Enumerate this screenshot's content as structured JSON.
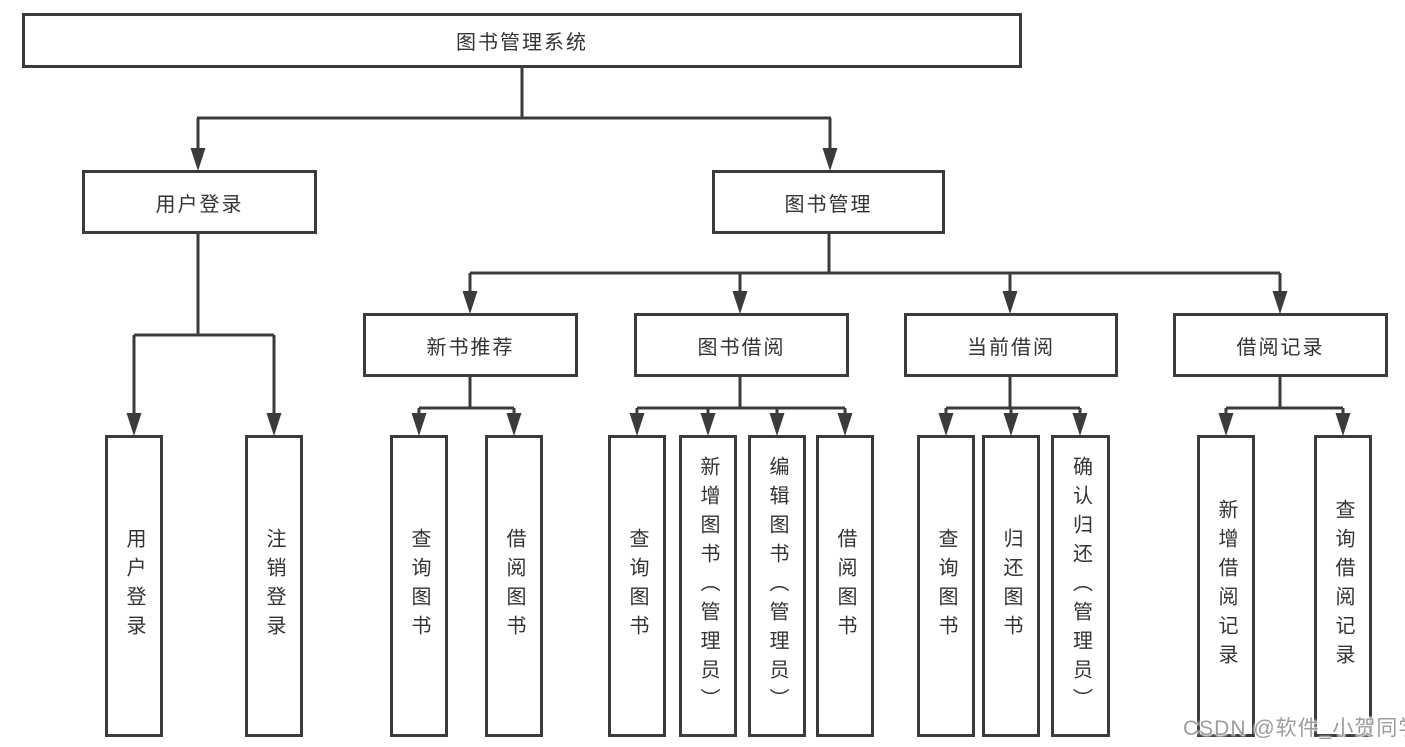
{
  "diagram": {
    "root": {
      "label": "图书管理系统"
    },
    "level1": [
      {
        "label": "用户登录"
      },
      {
        "label": "图书管理"
      }
    ],
    "level2": [
      {
        "label": "新书推荐"
      },
      {
        "label": "图书借阅"
      },
      {
        "label": "当前借阅"
      },
      {
        "label": "借阅记录"
      }
    ],
    "leaves": [
      {
        "label": "用户登录"
      },
      {
        "label": "注销登录"
      },
      {
        "label": "查询图书"
      },
      {
        "label": "借阅图书"
      },
      {
        "label": "查询图书"
      },
      {
        "label": "新增图书（管理员）"
      },
      {
        "label": "编辑图书（管理员）"
      },
      {
        "label": "借阅图书"
      },
      {
        "label": "查询图书"
      },
      {
        "label": "归还图书"
      },
      {
        "label": "确认归还（管理员）"
      },
      {
        "label": "新增借阅记录"
      },
      {
        "label": "查询借阅记录"
      }
    ]
  },
  "watermark": {
    "text": "CSDN @软件_小贺同学"
  },
  "colors": {
    "line": "#3b3b3b",
    "border": "#3b3b3b",
    "text": "#333333",
    "watermark": "#9c9c9c",
    "background": "#ffffff"
  }
}
